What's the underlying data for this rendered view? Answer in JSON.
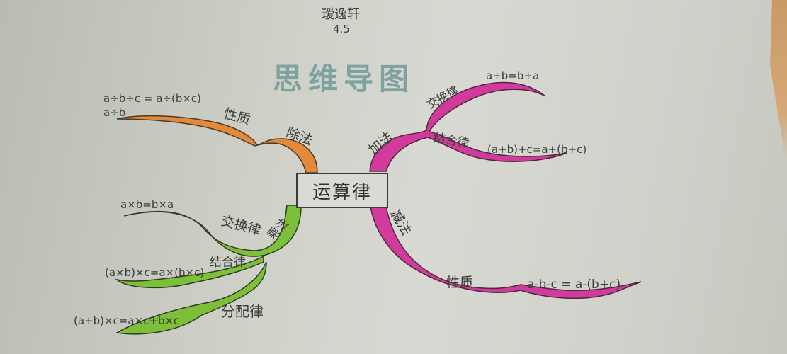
{
  "header": {
    "author": "瑷逸轩",
    "class": "4.5",
    "title": "思维导图"
  },
  "center": {
    "label": "运算律"
  },
  "colors": {
    "paper": "#d4d5ce",
    "orange": "#e38a3a",
    "pink": "#d23a9e",
    "green": "#7cc03a",
    "title_ink": "#6f9a99",
    "ink": "#3b3d3a"
  },
  "branches": {
    "division": {
      "label": "除法",
      "sub": {
        "label": "性质",
        "formula": "a÷b÷c = a÷(b×c)",
        "note": "a÷b"
      }
    },
    "addition": {
      "label": "加法",
      "commutative": {
        "label": "交换律",
        "formula": "a+b=b+a"
      },
      "associative": {
        "label": "结合律",
        "formula": "(a+b)+c=a+(b+c)"
      }
    },
    "subtraction": {
      "label": "减法",
      "sub": {
        "label": "性质",
        "formula": "a-b-c = a-(b+c)"
      }
    },
    "multiplication": {
      "label": "乘法",
      "commutative": {
        "label": "交换律",
        "formula": "a×b=b×a"
      },
      "associative": {
        "label": "结合律",
        "formula": "(a×b)×c=a×(b×c)"
      },
      "distributive": {
        "label": "分配律",
        "formula": "(a+b)×c=a×c+b×c"
      }
    }
  }
}
